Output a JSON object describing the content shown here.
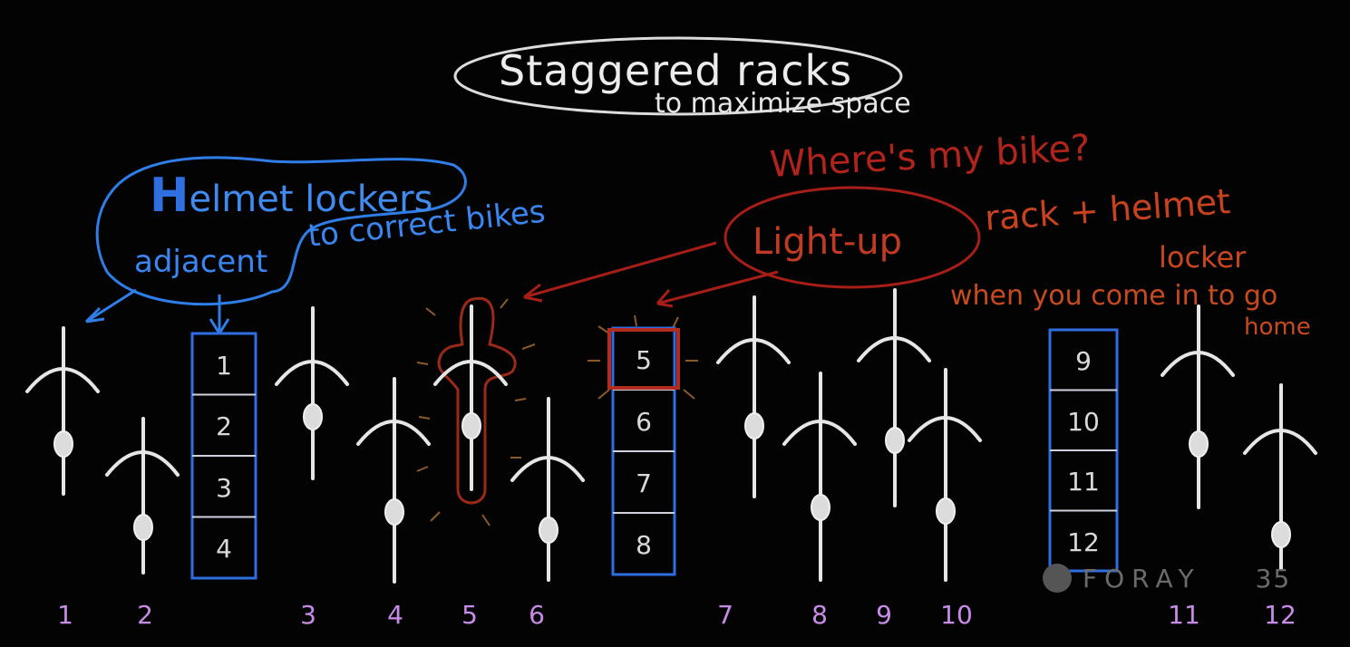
{
  "title": "Staggered racks",
  "subtitle": "to maximize space",
  "helmet_note": {
    "line1_first": "H",
    "line1_rest": "elmet lockers",
    "line2": "adjacent",
    "line3": "to correct bikes"
  },
  "question": "Where's my bike?",
  "light_up": {
    "label": "Light-up",
    "rest_line1": "rack + helmet",
    "rest_line2": "locker",
    "rest_line3": "when you come in to go",
    "rest_line4": "home"
  },
  "locker_stacks": [
    {
      "labels": [
        "1",
        "2",
        "3",
        "4"
      ]
    },
    {
      "labels": [
        "5",
        "6",
        "7",
        "8"
      ]
    },
    {
      "labels": [
        "9",
        "10",
        "11",
        "12"
      ]
    }
  ],
  "bike_labels": [
    "1",
    "2",
    "3",
    "4",
    "5",
    "6",
    "7",
    "8",
    "9",
    "10",
    "11",
    "12"
  ],
  "watermark": "FORAY",
  "watermark_suffix": "35",
  "colors": {
    "chalk_white": "#e8e8e8",
    "blue": "#3a86f0",
    "red": "#b0241c",
    "orange_red": "#c8461f",
    "purple": "#c98be8"
  }
}
